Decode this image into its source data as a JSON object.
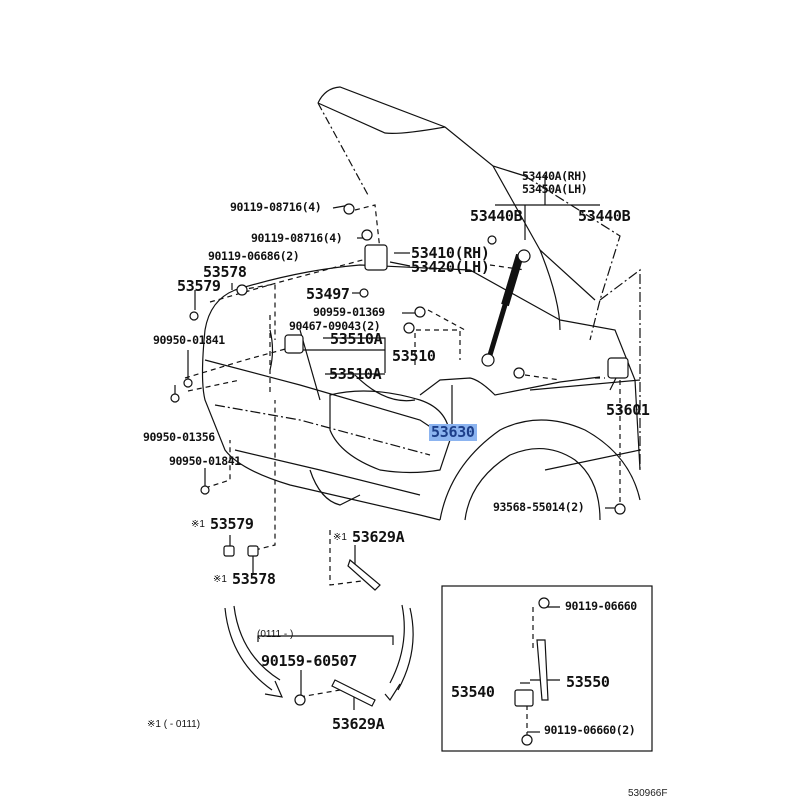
{
  "diagram": {
    "title": "Hood lock & hinge parts diagram",
    "catalog_code": "530966F",
    "highlight_color": "#8cb4f0",
    "parts": {
      "bolt_hinge_1": "90119-08716(4)",
      "bolt_hinge_2": "90119-08716(4)",
      "bolt_06686": "90119-06686(2)",
      "p53578_top": "53578",
      "p53579_top": "53579",
      "p53410": "53410(RH)",
      "p53420": "53420(LH)",
      "p53497": "53497",
      "p53440A": "53440A(RH)",
      "p53450A": "53450A(LH)",
      "p53440B_left": "53440B",
      "p53440B_right": "53440B",
      "p90959": "90959-01369",
      "p90467": "90467-09043(2)",
      "p53510A_top": "53510A",
      "p53510": "53510",
      "p53510A_bottom": "53510A",
      "p90950_01841_top": "90950-01841",
      "p90950_01356": "90950-01356",
      "p90950_01841_bottom": "90950-01841",
      "p53630": "53630",
      "p53601": "53601",
      "p93568": "93568-55014(2)",
      "p53579_bottom": "53579",
      "p53578_bottom": "53578",
      "p53629A_top": "53629A",
      "p90159": "90159-60507",
      "p53629A_bottom": "53629A",
      "p90119_06660_top": "90119-06660",
      "p53550": "53550",
      "p53540": "53540",
      "p90119_06660_bottom": "90119-06660(2)"
    },
    "notes": {
      "mark_1": "※1",
      "range_after": "(0111 -         )",
      "footnote": "※1 (      - 0111)"
    },
    "selected_part": "53630"
  }
}
